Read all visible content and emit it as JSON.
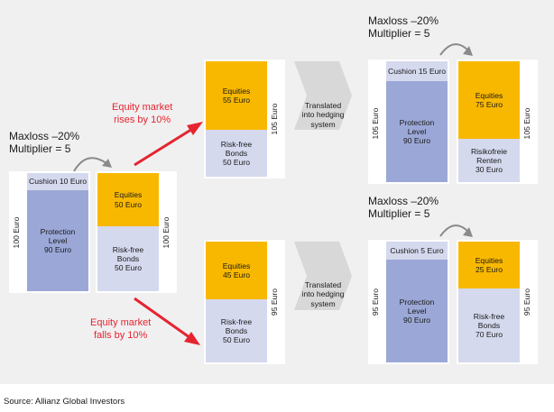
{
  "left": {
    "maxloss": "Maxloss –20%",
    "multiplier": "Multiplier = 5",
    "cushion": "Cushion 10 Euro",
    "protection": "Protection\nLevel\n90 Euro",
    "equities": "Equities\n50 Euro",
    "bonds": "Risk-free\nBonds\n50 Euro",
    "total_left": "100 Euro",
    "total_right": "100 Euro"
  },
  "up": {
    "label": "Equity market\nrises by 10%",
    "equities": "Equities\n55 Euro",
    "bonds": "Risk-free\nBonds\n50 Euro",
    "total": "105 Euro",
    "hedge": "Translated\ninto hedging\nsystem",
    "maxloss": "Maxloss –20%",
    "multiplier": "Multiplier = 5",
    "cushion": "Cushion 15 Euro",
    "protection": "Protection\nLevel\n90 Euro",
    "equities_after": "Equities\n75 Euro",
    "bonds_after": "Risikofreie\nRenten\n30 Euro",
    "total_after_left": "105 Euro",
    "total_after_right": "105 Euro"
  },
  "down": {
    "label": "Equity market\nfalls by 10%",
    "equities": "Equities\n45 Euro",
    "bonds": "Risk-free\nBonds\n50 Euro",
    "total": "95 Euro",
    "hedge": "Translated\ninto hedging\nsystem",
    "maxloss": "Maxloss –20%",
    "multiplier": "Multiplier = 5",
    "cushion": "Cushion 5 Euro",
    "protection": "Protection\nLevel\n90 Euro",
    "equities_after": "Equities\n25 Euro",
    "bonds_after": "Risk-free\nBonds\n70 Euro",
    "total_after_left": "95 Euro",
    "total_after_right": "95 Euro"
  },
  "source": "Source: Allianz Global Investors",
  "colors": {
    "equities": "#f9b800",
    "bonds": "#d5d9ee",
    "protection": "#9ba8d7",
    "arrow_red": "#e6242f",
    "hedge_arrow": "#d8d8d8",
    "background": "#f0f0f1"
  }
}
